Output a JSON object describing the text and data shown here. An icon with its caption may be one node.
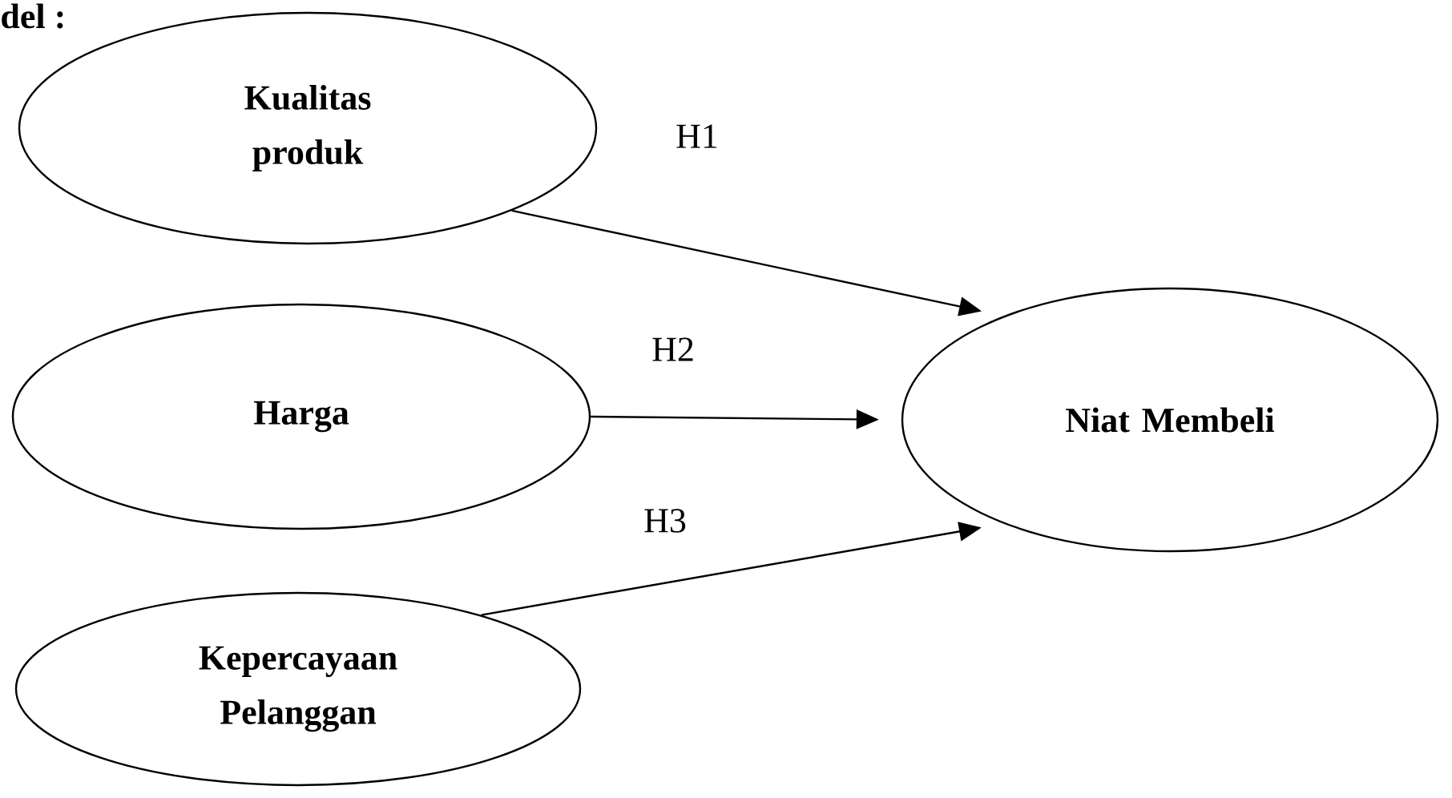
{
  "diagram": {
    "title": "del :",
    "nodes": [
      {
        "text": [
          "Kualitas produk"
        ]
      },
      {
        "text": [
          "Harga"
        ]
      },
      {
        "text": [
          "Kepercayaan Pelanggan"
        ]
      },
      {
        "text": [
          "Niat Membeli"
        ]
      }
    ],
    "edges": [
      {
        "from": 0,
        "to": 3,
        "arrow": "to",
        "label": "H1"
      },
      {
        "from": 1,
        "to": 3,
        "arrow": "to",
        "label": "H2"
      },
      {
        "from": 2,
        "to": 3,
        "arrow": "to",
        "label": "H3"
      }
    ]
  }
}
